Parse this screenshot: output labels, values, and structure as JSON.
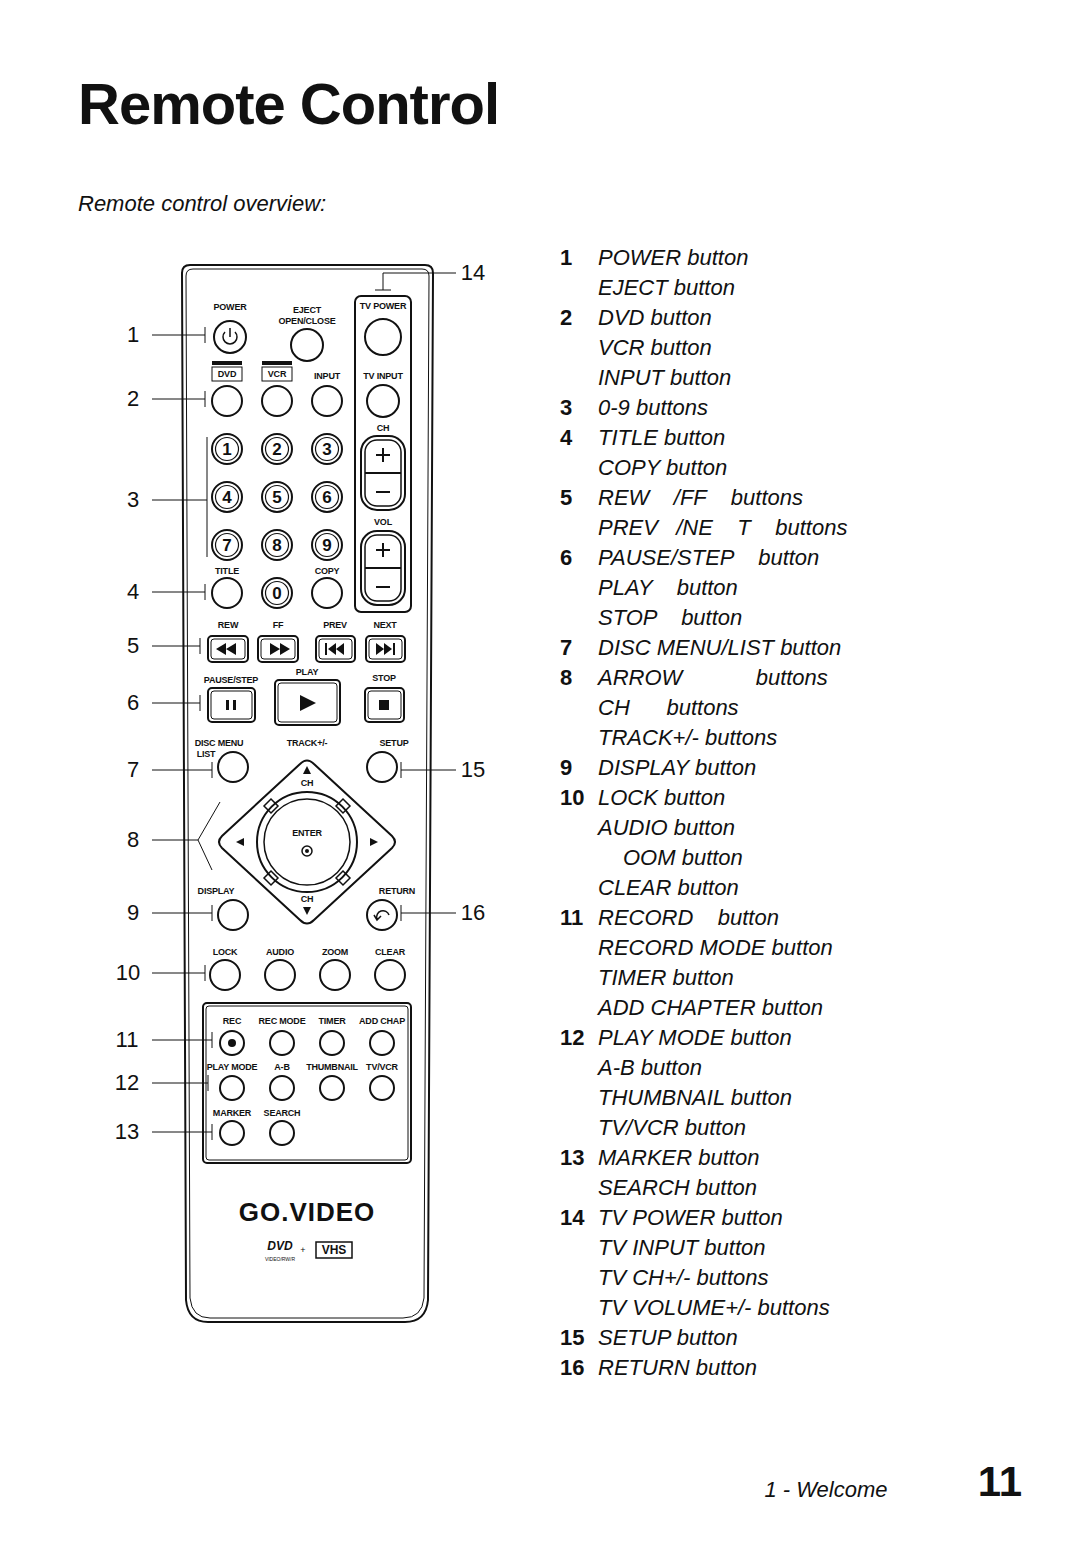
{
  "diagram": {
    "title": "Remote Control",
    "caption": "Remote control overview:",
    "labels": [
      "POWER",
      "EJECT",
      "OPEN/CLOSE",
      "TV POWER",
      "DVD",
      "VCR",
      "INPUT",
      "TV INPUT",
      "CH",
      "1",
      "2",
      "3",
      "4",
      "5",
      "6",
      "VOL",
      "7",
      "8",
      "9",
      "TITLE",
      "COPY",
      "0",
      "REW",
      "FF",
      "PREV",
      "NEXT",
      "PAUSE/STEP",
      "PLAY",
      "STOP",
      "DISC MENU",
      "LIST",
      "TRACK+/-",
      "SETUP",
      "CH",
      "ENTER",
      "CH",
      "DISPLAY",
      "RETURN",
      "LOCK",
      "AUDIO",
      "ZOOM",
      "CLEAR",
      "REC",
      "REC MODE",
      "TIMER",
      "ADD CHAP",
      "PLAY MODE",
      "A-B",
      "THUMBNAIL",
      "TV/VCR",
      "MARKER",
      "SEARCH",
      "GO.VIDEO",
      "DVD",
      "VIDEO/RW/R",
      "+",
      "VHS",
      "1",
      "2",
      "3",
      "4",
      "5",
      "6",
      "7",
      "8",
      "9",
      "10",
      "11",
      "12",
      "13",
      "14",
      "15",
      "16",
      "1",
      "POWER button",
      "EJECT button",
      "2",
      "DVD button",
      "VCR button",
      "INPUT button",
      "3",
      "0-9 buttons",
      "4",
      "TITLE button",
      "COPY button",
      "5",
      "REW    /FF    buttons",
      "PREV   /NE    T    buttons",
      "6",
      "PAUSE/STEP    button",
      "PLAY    button",
      "STOP    button",
      "7",
      "DISC MENU/LIST button",
      "8",
      "ARROW            buttons",
      "CH      buttons",
      "TRACK+/- buttons",
      "9",
      "DISPLAY button",
      "10",
      "LOCK button",
      "AUDIO button",
      "OOM button",
      "CLEAR button",
      "11",
      "RECORD    button",
      "RECORD MODE button",
      "TIMER button",
      "ADD CHAPTER button",
      "12",
      "PLAY MODE button",
      "A-B button",
      "THUMBNAIL button",
      "TV/VCR button",
      "13",
      "MARKER button",
      "SEARCH button",
      "14",
      "TV POWER button",
      "TV INPUT button",
      "TV CH+/- buttons",
      "TV VOLUME+/- buttons",
      "15",
      "SETUP button",
      "16",
      "RETURN button",
      "1 - Welcome",
      "11"
    ]
  }
}
